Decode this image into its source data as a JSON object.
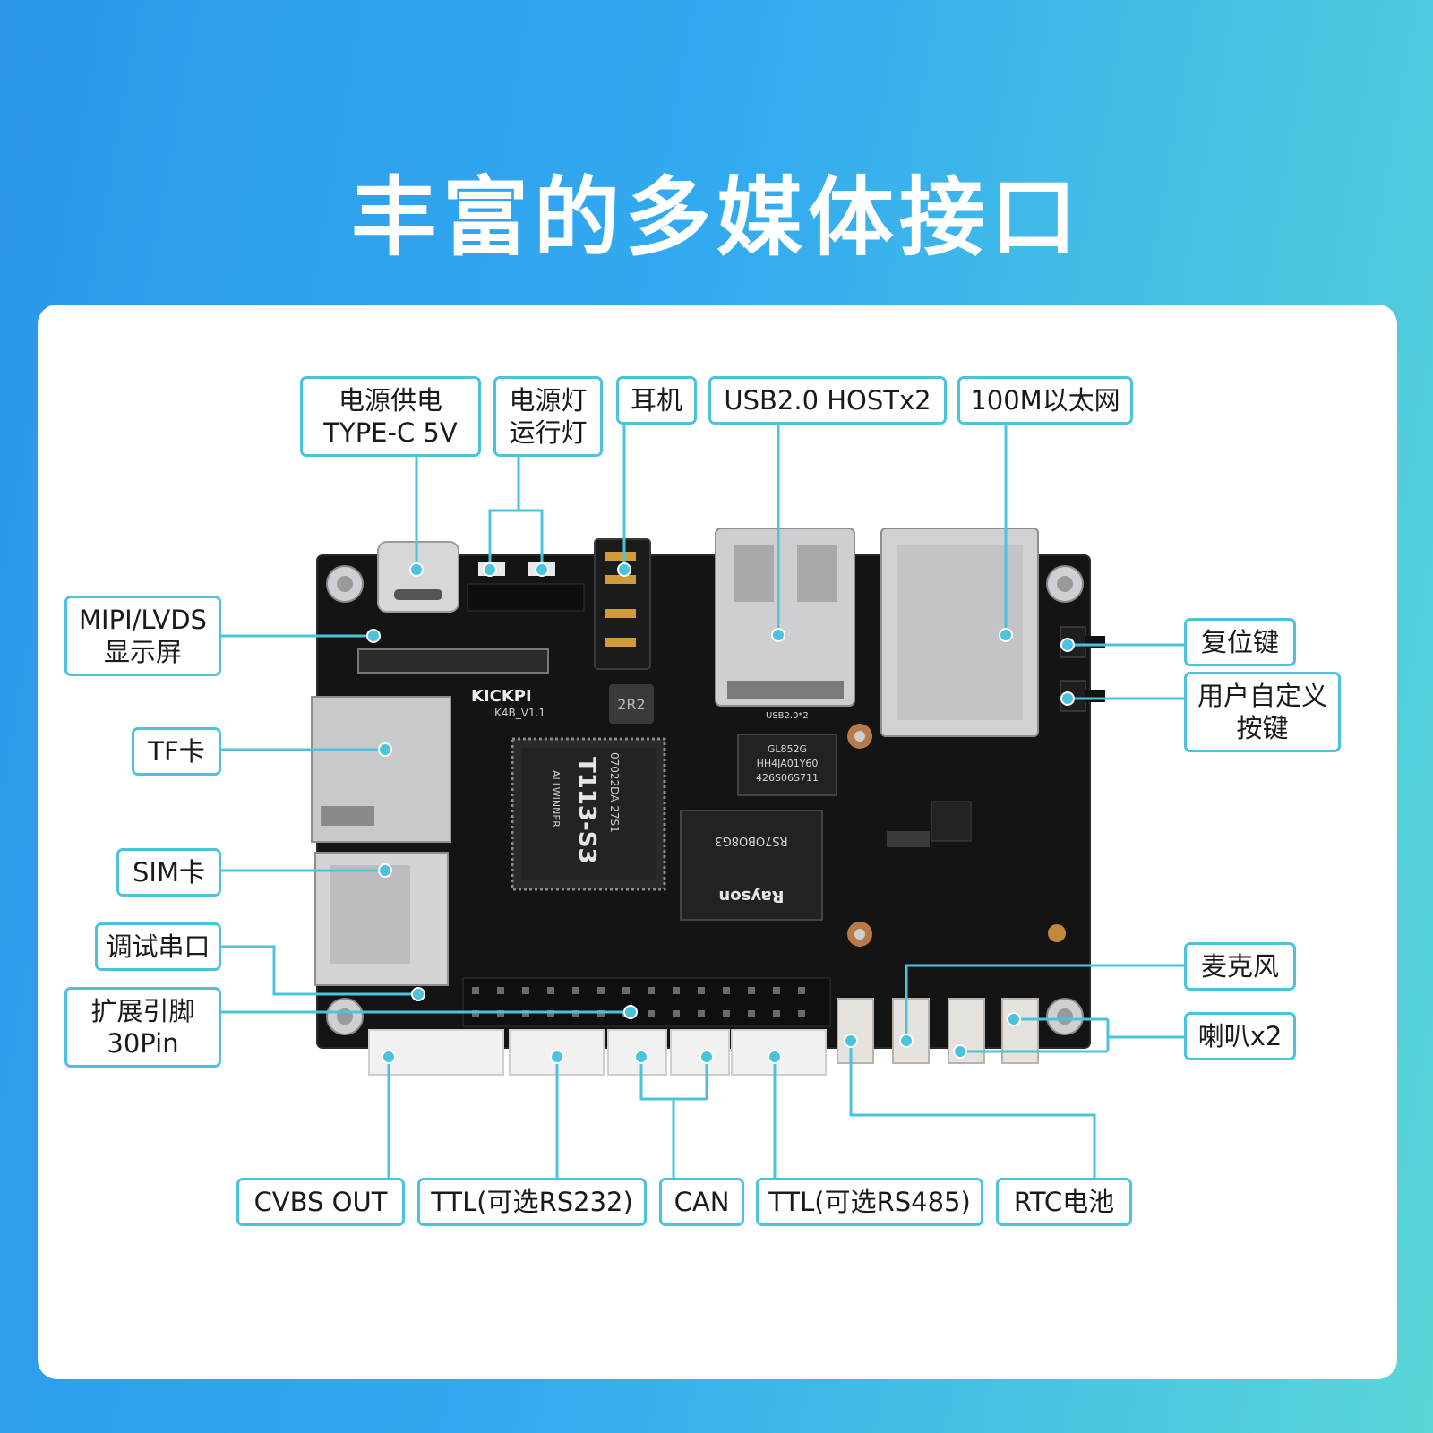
{
  "title": "丰富的多媒体接口",
  "board": {
    "brand": "KICKPI",
    "model": "K4B_V1.1",
    "soc_vendor": "ALLWINNER",
    "soc_name": "T113-S3",
    "soc_code": "07022DA 27S1",
    "ram_brand": "Rayson",
    "ram_part": "RS7OBO8G3",
    "usb_hub_line1": "GL852G",
    "usb_hub_line2": "HH4JA01Y60",
    "usb_hub_line3": "426S06S711",
    "usb_silk": "USB2.0*2",
    "inductor": "2R2"
  },
  "labels": {
    "power": [
      "电源供电",
      "TYPE-C 5V"
    ],
    "leds": [
      "电源灯",
      "运行灯"
    ],
    "headphone": [
      "耳机"
    ],
    "usb": [
      "USB2.0 HOSTx2"
    ],
    "ethernet": [
      "100M以太网"
    ],
    "display": [
      "MIPI/LVDS",
      "显示屏"
    ],
    "tf": [
      "TF卡"
    ],
    "sim": [
      "SIM卡"
    ],
    "debug": [
      "调试串口"
    ],
    "gpio": [
      "扩展引脚",
      "30Pin"
    ],
    "reset": [
      "复位键"
    ],
    "user_key": [
      "用户自定义",
      "按键"
    ],
    "mic": [
      "麦克风"
    ],
    "speaker": [
      "喇叭x2"
    ],
    "cvbs": [
      "CVBS OUT"
    ],
    "ttl232": [
      "TTL(可选RS232)"
    ],
    "can": [
      "CAN"
    ],
    "ttl485": [
      "TTL(可选RS485)"
    ],
    "rtc": [
      "RTC电池"
    ]
  },
  "colors": {
    "accent": "#4cc3dd",
    "board": "#161616",
    "metal": "#cfcfd2"
  }
}
